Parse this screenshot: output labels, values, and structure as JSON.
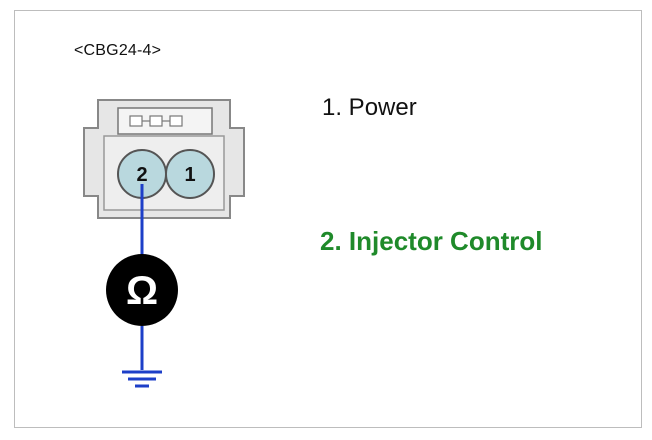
{
  "connector": {
    "id_label": "<CBG24-4>"
  },
  "pins": [
    {
      "number": "2"
    },
    {
      "number": "1"
    }
  ],
  "legend": {
    "pin1_text": "1. Power",
    "pin2_text": "2. Injector Control",
    "pin2_color": "#1f8a2a"
  },
  "meter": {
    "symbol": "Ω",
    "icon": "ohmmeter-icon"
  },
  "colors": {
    "connector_fill": "#e6e6e6",
    "pin_fill": "#b9d8de",
    "wire": "#1d3fc8",
    "meter_fill": "#000000"
  }
}
